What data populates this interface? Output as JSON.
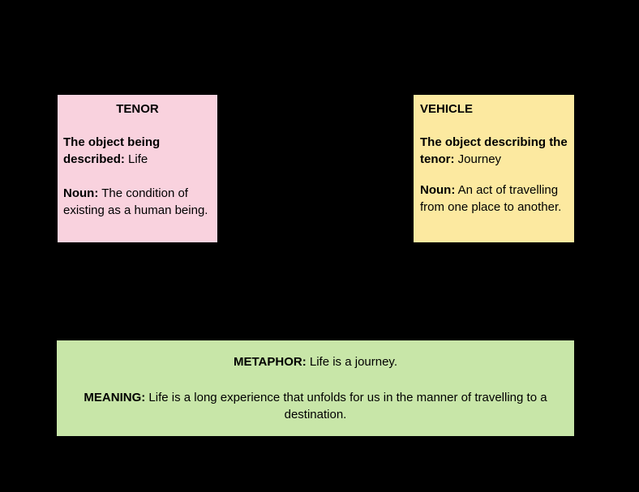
{
  "colors": {
    "background": "#000000",
    "tenor_box": "#f9d2de",
    "vehicle_box": "#fce9a0",
    "metaphor_box": "#c8e6a8",
    "text": "#000000"
  },
  "tenor": {
    "title": "TENOR",
    "role_label": "The object being described:",
    "role_value": "Life",
    "pos_label": "Noun:",
    "definition": "The condition of existing as a human being."
  },
  "vehicle": {
    "title": "VEHICLE",
    "role_label": "The object describing the tenor:",
    "role_value": "Journey",
    "pos_label": "Noun:",
    "definition": "An act of travelling from one place to another."
  },
  "metaphor": {
    "metaphor_label": "METAPHOR:",
    "metaphor_value": "Life is a journey.",
    "meaning_label": "MEANING:",
    "meaning_value": "Life is a long experience that unfolds for us in the manner of travelling to a destination."
  }
}
